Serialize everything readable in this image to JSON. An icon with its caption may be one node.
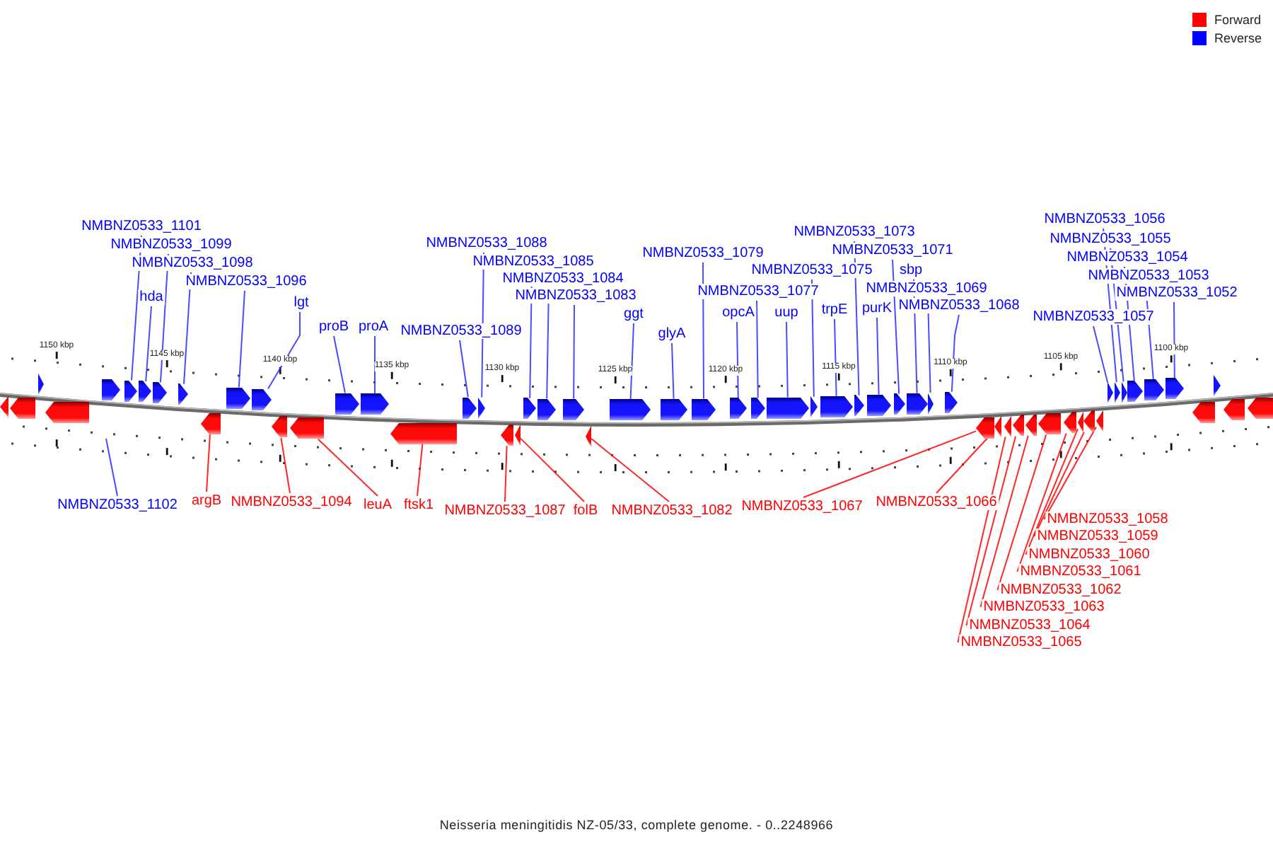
{
  "diagram": {
    "caption": "Neisseria meningitidis NZ-05/33, complete genome. - 0..2248966",
    "nodes": [
      {
        "text": [
          "NMBNZ0533_1101"
        ]
      },
      {
        "text": [
          "NMBNZ0533_1099"
        ]
      },
      {
        "text": [
          "NMBNZ0533_1098"
        ]
      },
      {
        "text": [
          "hda"
        ]
      },
      {
        "text": [
          "NMBNZ0533_1096"
        ]
      },
      {
        "text": [
          "lgt"
        ]
      },
      {
        "text": [
          "proB"
        ]
      },
      {
        "text": [
          "proA"
        ]
      },
      {
        "text": [
          "NMBNZ0533_1088"
        ]
      },
      {
        "text": [
          "NMBNZ0533_1085"
        ]
      },
      {
        "text": [
          "NMBNZ0533_1084"
        ]
      },
      {
        "text": [
          "NMBNZ0533_1083"
        ]
      },
      {
        "text": [
          "NMBNZ0533_1089"
        ]
      },
      {
        "text": [
          "ggt"
        ]
      },
      {
        "text": [
          "glyA"
        ]
      },
      {
        "text": [
          "NMBNZ0533_1079"
        ]
      },
      {
        "text": [
          "NMBNZ0533_1077"
        ]
      },
      {
        "text": [
          "opcA"
        ]
      },
      {
        "text": [
          "uup"
        ]
      },
      {
        "text": [
          "NMBNZ0533_1075"
        ]
      },
      {
        "text": [
          "trpE"
        ]
      },
      {
        "text": [
          "NMBNZ0533_1073"
        ]
      },
      {
        "text": [
          "NMBNZ0533_1071"
        ]
      },
      {
        "text": [
          "sbp"
        ]
      },
      {
        "text": [
          "purK"
        ]
      },
      {
        "text": [
          "NMBNZ0533_1069"
        ]
      },
      {
        "text": [
          "NMBNZ0533_1068"
        ]
      },
      {
        "text": [
          "NMBNZ0533_1056"
        ]
      },
      {
        "text": [
          "NMBNZ0533_1055"
        ]
      },
      {
        "text": [
          "NMBNZ0533_1054"
        ]
      },
      {
        "text": [
          "NMBNZ0533_1053"
        ]
      },
      {
        "text": [
          "NMBNZ0533_1052"
        ]
      },
      {
        "text": [
          "NMBNZ0533_1057"
        ]
      },
      {
        "text": [
          "NMBNZ0533_1102"
        ]
      },
      {
        "text": [
          "argB"
        ]
      },
      {
        "text": [
          "NMBNZ0533_1094"
        ]
      },
      {
        "text": [
          "leuA"
        ]
      },
      {
        "text": [
          "ftsk1"
        ]
      },
      {
        "text": [
          "NMBNZ0533_1087"
        ]
      },
      {
        "text": [
          "folB"
        ]
      },
      {
        "text": [
          "NMBNZ0533_1082"
        ]
      },
      {
        "text": [
          "NMBNZ0533_1067"
        ]
      },
      {
        "text": [
          "NMBNZ0533_1066"
        ]
      },
      {
        "text": [
          "NMBNZ0533_1058"
        ]
      },
      {
        "text": [
          "NMBNZ0533_1059"
        ]
      },
      {
        "text": [
          "NMBNZ0533_1060"
        ]
      },
      {
        "text": [
          "NMBNZ0533_1061"
        ]
      },
      {
        "text": [
          "NMBNZ0533_1062"
        ]
      },
      {
        "text": [
          "NMBNZ0533_1063"
        ]
      },
      {
        "text": [
          "NMBNZ0533_1064"
        ]
      },
      {
        "text": [
          "NMBNZ0533_1065"
        ]
      },
      {
        "text": [],
        "shape": "arrow"
      },
      {
        "text": [],
        "shape": "arrow"
      },
      {
        "text": [],
        "shape": "arrow"
      },
      {
        "text": [],
        "shape": "arrow"
      },
      {
        "text": [],
        "shape": "arrow"
      },
      {
        "text": [],
        "shape": "arrow"
      },
      {
        "text": [],
        "shape": "arrow"
      },
      {
        "text": [],
        "shape": "arrow"
      },
      {
        "text": [],
        "shape": "arrow"
      },
      {
        "text": [],
        "shape": "arrow"
      },
      {
        "text": [],
        "shape": "arrow"
      },
      {
        "text": [],
        "shape": "arrow"
      },
      {
        "text": [],
        "shape": "arrow"
      },
      {
        "text": [],
        "shape": "arrow"
      },
      {
        "text": [],
        "shape": "arrow"
      },
      {
        "text": [],
        "shape": "arrow"
      },
      {
        "text": [],
        "shape": "arrow"
      },
      {
        "text": [],
        "shape": "arrow"
      },
      {
        "text": [],
        "shape": "arrow"
      },
      {
        "text": [],
        "shape": "arrow"
      },
      {
        "text": [],
        "shape": "arrow"
      },
      {
        "text": [],
        "shape": "arrow"
      },
      {
        "text": [],
        "shape": "arrow"
      },
      {
        "text": [],
        "shape": "arrow"
      },
      {
        "text": [],
        "shape": "arrow"
      },
      {
        "text": [],
        "shape": "arrow"
      },
      {
        "text": [],
        "shape": "arrow"
      },
      {
        "text": [],
        "shape": "arrow"
      },
      {
        "text": [],
        "shape": "arrow"
      },
      {
        "text": [],
        "shape": "arrow"
      },
      {
        "text": [],
        "shape": "arrow"
      },
      {
        "text": [],
        "shape": "arrow"
      },
      {
        "text": [],
        "shape": "arrow"
      },
      {
        "text": [],
        "shape": "arrow"
      },
      {
        "text": [],
        "shape": "arrow"
      },
      {
        "text": [],
        "shape": "arrow"
      },
      {
        "text": [],
        "shape": "arrow"
      },
      {
        "text": [],
        "shape": "arrow"
      },
      {
        "text": [],
        "shape": "arrow"
      },
      {
        "text": [],
        "shape": "arrow"
      },
      {
        "text": [],
        "shape": "arrow"
      },
      {
        "text": [],
        "shape": "arrow"
      },
      {
        "text": [],
        "shape": "arrow"
      },
      {
        "text": [],
        "shape": "arrow"
      },
      {
        "text": [],
        "shape": "arrow"
      },
      {
        "text": [],
        "shape": "arrow"
      },
      {
        "text": [],
        "shape": "arrow"
      },
      {
        "text": [],
        "shape": "arrow"
      },
      {
        "text": [],
        "shape": "arrow"
      },
      {
        "text": [],
        "shape": "arrow"
      },
      {
        "text": [],
        "shape": "arrow"
      },
      {
        "text": [],
        "shape": "arrow"
      },
      {
        "text": [],
        "shape": "arrow"
      },
      {
        "text": [],
        "shape": "arrow"
      },
      {
        "text": [],
        "shape": "arrow"
      },
      {
        "text": [],
        "shape": "arrow"
      },
      {
        "text": [],
        "shape": "arrow"
      },
      {
        "text": [],
        "shape": "arrow"
      },
      {
        "text": [],
        "shape": "arrow"
      }
    ],
    "edges": [
      {
        "from": 0,
        "to": 53,
        "arrow": "none"
      },
      {
        "from": 1,
        "to": 55,
        "arrow": "none"
      },
      {
        "from": 2,
        "to": 56,
        "arrow": "none"
      },
      {
        "from": 3,
        "to": 54,
        "arrow": "none"
      },
      {
        "from": 4,
        "to": 57,
        "arrow": "none"
      },
      {
        "from": 5,
        "to": 58,
        "arrow": "none"
      },
      {
        "from": 6,
        "to": 59,
        "arrow": "none"
      },
      {
        "from": 7,
        "to": 60,
        "arrow": "none"
      },
      {
        "from": 8,
        "to": 62,
        "arrow": "none"
      },
      {
        "from": 9,
        "to": 63,
        "arrow": "none"
      },
      {
        "from": 10,
        "to": 64,
        "arrow": "none"
      },
      {
        "from": 11,
        "to": 65,
        "arrow": "none"
      },
      {
        "from": 12,
        "to": 61,
        "arrow": "none"
      },
      {
        "from": 13,
        "to": 66,
        "arrow": "none"
      },
      {
        "from": 14,
        "to": 67,
        "arrow": "none"
      },
      {
        "from": 15,
        "to": 68,
        "arrow": "none"
      },
      {
        "from": 16,
        "to": 70,
        "arrow": "none"
      },
      {
        "from": 17,
        "to": 69,
        "arrow": "none"
      },
      {
        "from": 18,
        "to": 71,
        "arrow": "none"
      },
      {
        "from": 19,
        "to": 72,
        "arrow": "none"
      },
      {
        "from": 20,
        "to": 73,
        "arrow": "none"
      },
      {
        "from": 21,
        "to": 74,
        "arrow": "none"
      },
      {
        "from": 22,
        "to": 76,
        "arrow": "none"
      },
      {
        "from": 23,
        "to": 77,
        "arrow": "none"
      },
      {
        "from": 24,
        "to": 75,
        "arrow": "none"
      },
      {
        "from": 25,
        "to": 78,
        "arrow": "none"
      },
      {
        "from": 26,
        "to": 79,
        "arrow": "none"
      },
      {
        "from": 27,
        "to": 81,
        "arrow": "none"
      },
      {
        "from": 28,
        "to": 82,
        "arrow": "none"
      },
      {
        "from": 29,
        "to": 83,
        "arrow": "none"
      },
      {
        "from": 30,
        "to": 84,
        "arrow": "none"
      },
      {
        "from": 31,
        "to": 85,
        "arrow": "none"
      },
      {
        "from": 32,
        "to": 80,
        "arrow": "none"
      },
      {
        "from": 33,
        "to": null,
        "arrow": "none"
      },
      {
        "from": 34,
        "to": 90,
        "arrow": "none",
        "color": "#ff0000"
      },
      {
        "from": 35,
        "to": 91,
        "arrow": "none",
        "color": "#ff0000"
      },
      {
        "from": 36,
        "to": 92,
        "arrow": "none",
        "color": "#ff0000"
      },
      {
        "from": 37,
        "to": 93,
        "arrow": "none",
        "color": "#ff0000"
      },
      {
        "from": 38,
        "to": 94,
        "arrow": "none",
        "color": "#ff0000"
      },
      {
        "from": 39,
        "to": 95,
        "arrow": "none",
        "color": "#ff0000"
      },
      {
        "from": 40,
        "to": 96,
        "arrow": "none",
        "color": "#ff0000"
      },
      {
        "from": 41,
        "to": 97,
        "arrow": "none",
        "color": "#ff0000"
      },
      {
        "from": 42,
        "to": 98,
        "arrow": "none",
        "color": "#ff0000"
      },
      {
        "from": 43,
        "to": 106,
        "arrow": "none",
        "color": "#ff0000"
      },
      {
        "from": 44,
        "to": 105,
        "arrow": "none",
        "color": "#ff0000"
      },
      {
        "from": 45,
        "to": 104,
        "arrow": "none",
        "color": "#ff0000"
      },
      {
        "from": 46,
        "to": 103,
        "arrow": "none",
        "color": "#ff0000"
      },
      {
        "from": 47,
        "to": 102,
        "arrow": "none",
        "color": "#ff0000"
      },
      {
        "from": 48,
        "to": 101,
        "arrow": "none",
        "color": "#ff0000"
      },
      {
        "from": 49,
        "to": 100,
        "arrow": "none",
        "color": "#ff0000"
      },
      {
        "from": 50,
        "to": 99,
        "arrow": "none",
        "color": "#ff0000"
      }
    ],
    "labels": [
      "1150 kbp",
      "1145 kbp",
      "1140 kbp",
      "1135 kbp",
      "1130 kbp",
      "1125 kbp",
      "1120 kbp",
      "1115 kbp",
      "1110 kbp",
      "1105 kbp",
      "1100 kbp"
    ],
    "legend": [
      {
        "text": "Forward",
        "color": "#ff0000"
      },
      {
        "text": "Reverse",
        "color": "#0000ff"
      }
    ]
  }
}
